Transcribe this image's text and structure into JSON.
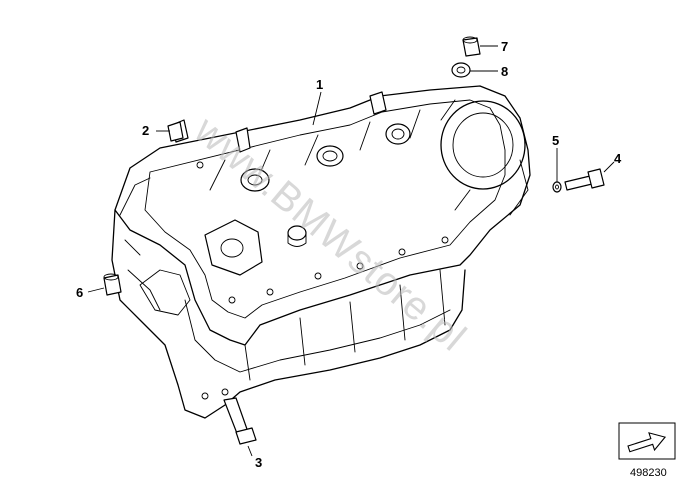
{
  "diagram": {
    "watermark": "www.BMWstore.pl",
    "document_number": "498230",
    "callouts": [
      {
        "id": "c1",
        "label": "1"
      },
      {
        "id": "c2",
        "label": "2"
      },
      {
        "id": "c3",
        "label": "3"
      },
      {
        "id": "c4",
        "label": "4"
      },
      {
        "id": "c5",
        "label": "5"
      },
      {
        "id": "c6",
        "label": "6"
      },
      {
        "id": "c7",
        "label": "7"
      },
      {
        "id": "c8",
        "label": "8"
      }
    ],
    "colors": {
      "line": "#000000",
      "background": "#ffffff",
      "watermark": "#b9b9b9"
    },
    "icons": [
      "direction-arrow-icon"
    ]
  }
}
